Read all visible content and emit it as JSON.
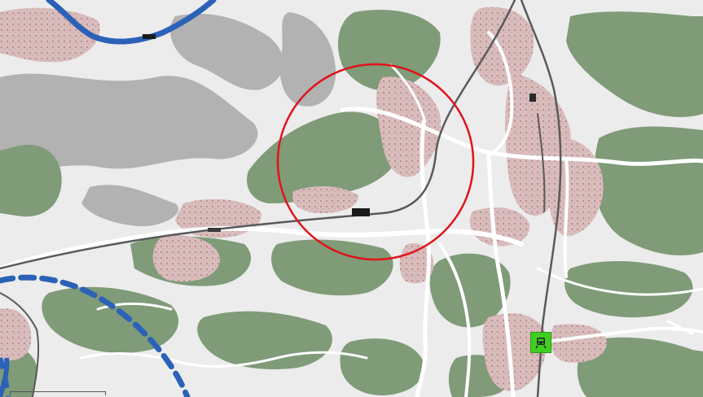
{
  "map": {
    "style": "topographic",
    "colors": {
      "background": "#ececec",
      "forest": "#7f9b78",
      "hill_shade": "#a9a9a9",
      "settlement": "#dcc3c3",
      "river": "#2b62b8",
      "road": "#ffffff",
      "railway": "#5a5a5a",
      "highlight_circle": "#e0141b",
      "station_marker": "#3fcf1f"
    },
    "highlight": {
      "shape": "circle",
      "stroke": "red"
    },
    "route_overlay": {
      "style": "dashed",
      "color": "#2b62b8"
    },
    "station": {
      "icon": "train-icon"
    }
  }
}
